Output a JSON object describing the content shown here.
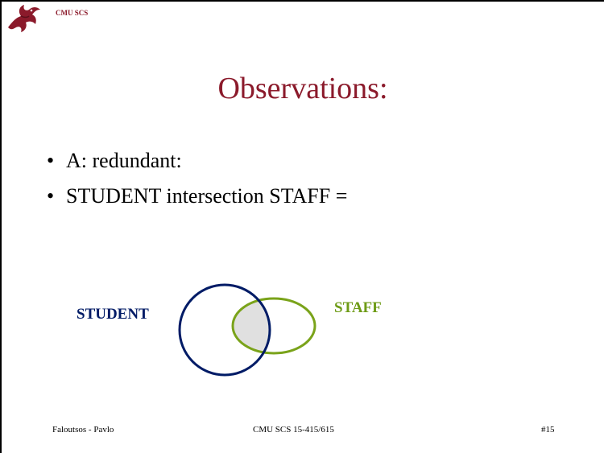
{
  "header": {
    "org": "CMU SCS",
    "logo_icon": "dragon-logo-icon"
  },
  "slide": {
    "title": "Observations:",
    "bullets": [
      {
        "text": "A: redundant:"
      },
      {
        "text": "STUDENT intersection STAFF ="
      }
    ]
  },
  "venn": {
    "sets": [
      {
        "label": "STUDENT",
        "color": "#001b66"
      },
      {
        "label": "STAFF",
        "color": "#6e9b16"
      }
    ],
    "intersection_fill": "#e0e0e0"
  },
  "footer": {
    "left": "Faloutsos - Pavlo",
    "center": "CMU SCS 15-415/615",
    "right": "#15"
  }
}
